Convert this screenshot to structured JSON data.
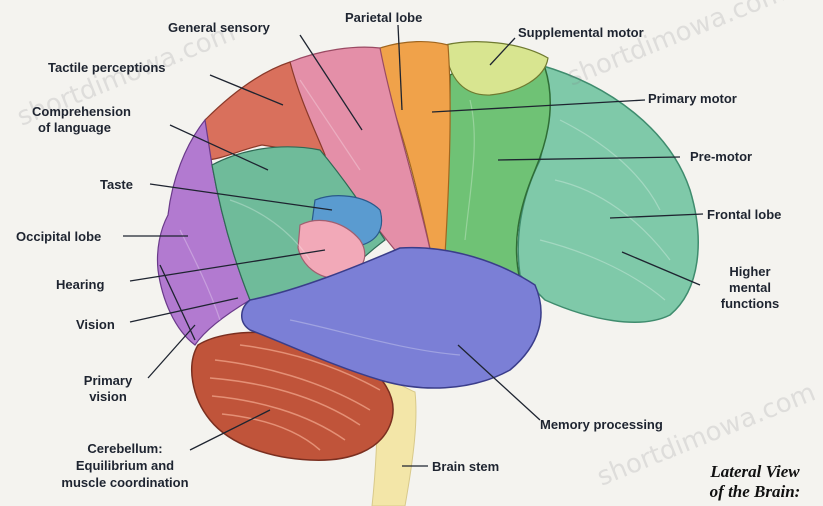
{
  "labels": {
    "general_sensory": "General sensory",
    "parietal_lobe": "Parietal lobe",
    "supplemental_motor": "Supplemental motor",
    "tactile_perceptions": "Tactile perceptions",
    "primary_motor": "Primary motor",
    "comprehension_line1": "Comprehension",
    "comprehension_line2": "of language",
    "pre_motor": "Pre-motor",
    "taste": "Taste",
    "frontal_lobe": "Frontal lobe",
    "occipital_lobe": "Occipital lobe",
    "higher_line1": "Higher",
    "higher_line2": "mental",
    "higher_line3": "functions",
    "hearing": "Hearing",
    "vision": "Vision",
    "primary_vision_line1": "Primary",
    "primary_vision_line2": "vision",
    "memory_processing": "Memory processing",
    "cerebellum_line1": "Cerebellum:",
    "cerebellum_line2": "Equilibrium and",
    "cerebellum_line3": "muscle coordination",
    "brain_stem": "Brain stem"
  },
  "title": {
    "line1": "Lateral View",
    "line2": "of the Brain:"
  },
  "watermark": "shortdimowa.com",
  "colors": {
    "frontal": "#7fc9a9",
    "premotor": "#6fc275",
    "primary_motor": "#f0a24a",
    "supplemental": "#d8e590",
    "parietal_pink": "#e48fa8",
    "tactile": "#d9705c",
    "comprehension": "#6fbb9a",
    "taste": "#5a9bd0",
    "hearing": "#f2a9b8",
    "occipital": "#b27ad0",
    "temporal": "#7b7fd6",
    "cerebellum": "#c0543a",
    "brain_stem": "#f3e6a8"
  }
}
